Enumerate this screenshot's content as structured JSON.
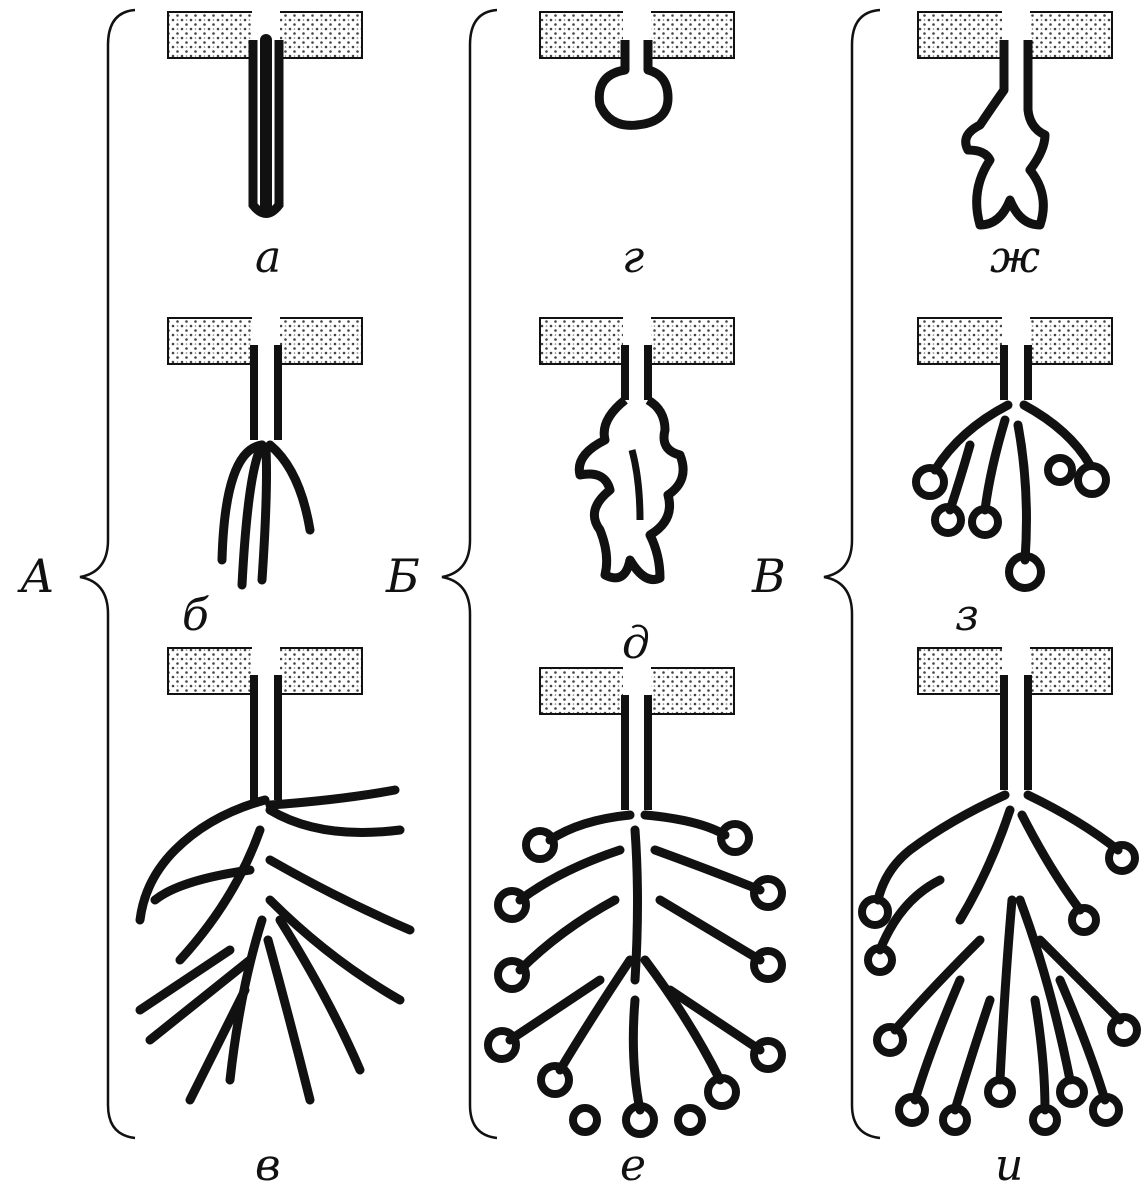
{
  "group_labels": {
    "a": "А",
    "b": "Б",
    "c": "В"
  },
  "panel_labels": {
    "p1": "а",
    "p2": "б",
    "p3": "в",
    "p4": "г",
    "p5": "д",
    "p6": "е",
    "p7": "ж",
    "p8": "з",
    "p9": "и"
  },
  "colors": {
    "ink": "#111111",
    "epithelium_dots": "#555555",
    "background": "#ffffff"
  }
}
